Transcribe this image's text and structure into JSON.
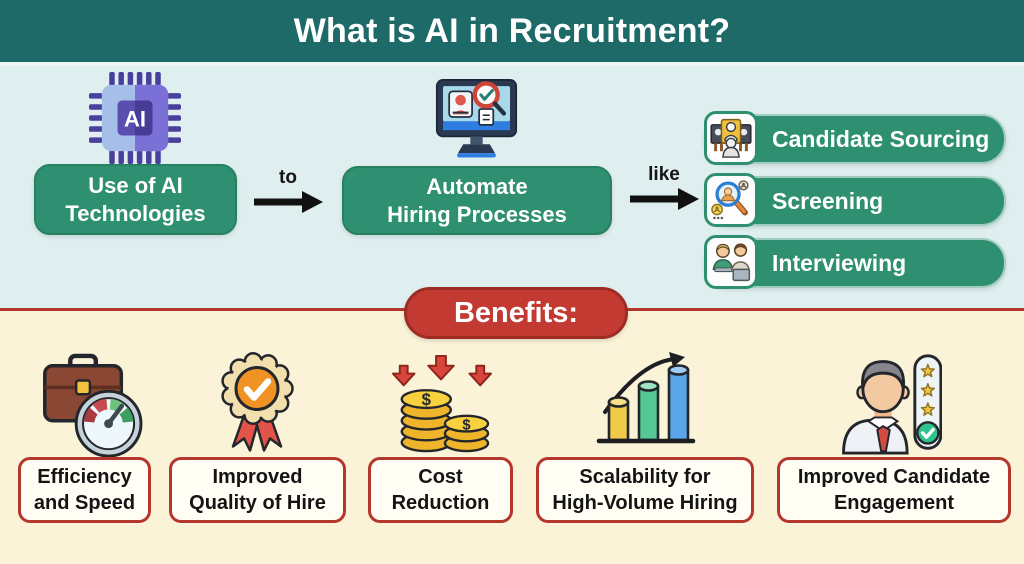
{
  "header": {
    "title": "What is AI in Recruitment?"
  },
  "flow": {
    "step1": {
      "label": "Use of AI\nTechnologies",
      "icon": "ai-chip-icon"
    },
    "connector1": {
      "label": "to",
      "icon": "arrow-right-icon"
    },
    "step2": {
      "label": "Automate\nHiring Processes",
      "icon": "monitor-screening-icon"
    },
    "connector2": {
      "label": "like",
      "icon": "arrow-right-icon"
    },
    "examples": [
      {
        "label": "Candidate Sourcing",
        "icon": "candidate-sourcing-icon"
      },
      {
        "label": "Screening",
        "icon": "screening-icon"
      },
      {
        "label": "Interviewing",
        "icon": "interviewing-icon"
      }
    ]
  },
  "benefits": {
    "heading": "Benefits:",
    "items": [
      {
        "label": "Efficiency\nand Speed",
        "icon": "briefcase-speedometer-icon"
      },
      {
        "label": "Improved\nQuality of Hire",
        "icon": "award-medal-icon"
      },
      {
        "label": "Cost\nReduction",
        "icon": "coin-stack-decrease-icon"
      },
      {
        "label": "Scalability for\nHigh-Volume Hiring",
        "icon": "growth-bar-chart-icon"
      },
      {
        "label": "Improved Candidate\nEngagement",
        "icon": "candidate-rating-icon"
      }
    ]
  },
  "colors": {
    "header_bg": "#1d6a69",
    "top_section_bg": "#dfeff0",
    "bottom_section_bg": "#faf3d8",
    "accent_green": "#2e9070",
    "accent_red": "#c23a31",
    "label_border_red": "#b5362d",
    "text_light": "#ffffff",
    "text_dark": "#141414"
  }
}
